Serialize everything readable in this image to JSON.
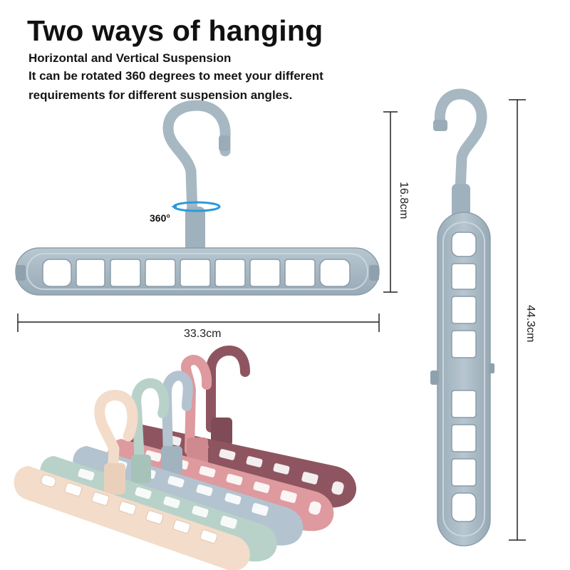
{
  "heading": {
    "title": "Two ways of hanging",
    "line1": "Horizontal and Vertical Suspension",
    "line2": "It can be rotated 360 degrees to meet your different",
    "line3": "requirements for different suspension angles."
  },
  "dimensions": {
    "width_label": "33.3cm",
    "height_label": "16.8cm",
    "length_label": "44.3cm"
  },
  "rotation_label": "360°",
  "colors": {
    "hanger_blue": "#a9bac4",
    "hanger_blue_dark": "#8fa1ad",
    "rotation_arrow": "#2a9bd8",
    "cream": "#f3dcc9",
    "mint": "#b9d2c9",
    "light_blue": "#b3c3d0",
    "pink": "#de9a9e",
    "mauve": "#8e5560"
  }
}
